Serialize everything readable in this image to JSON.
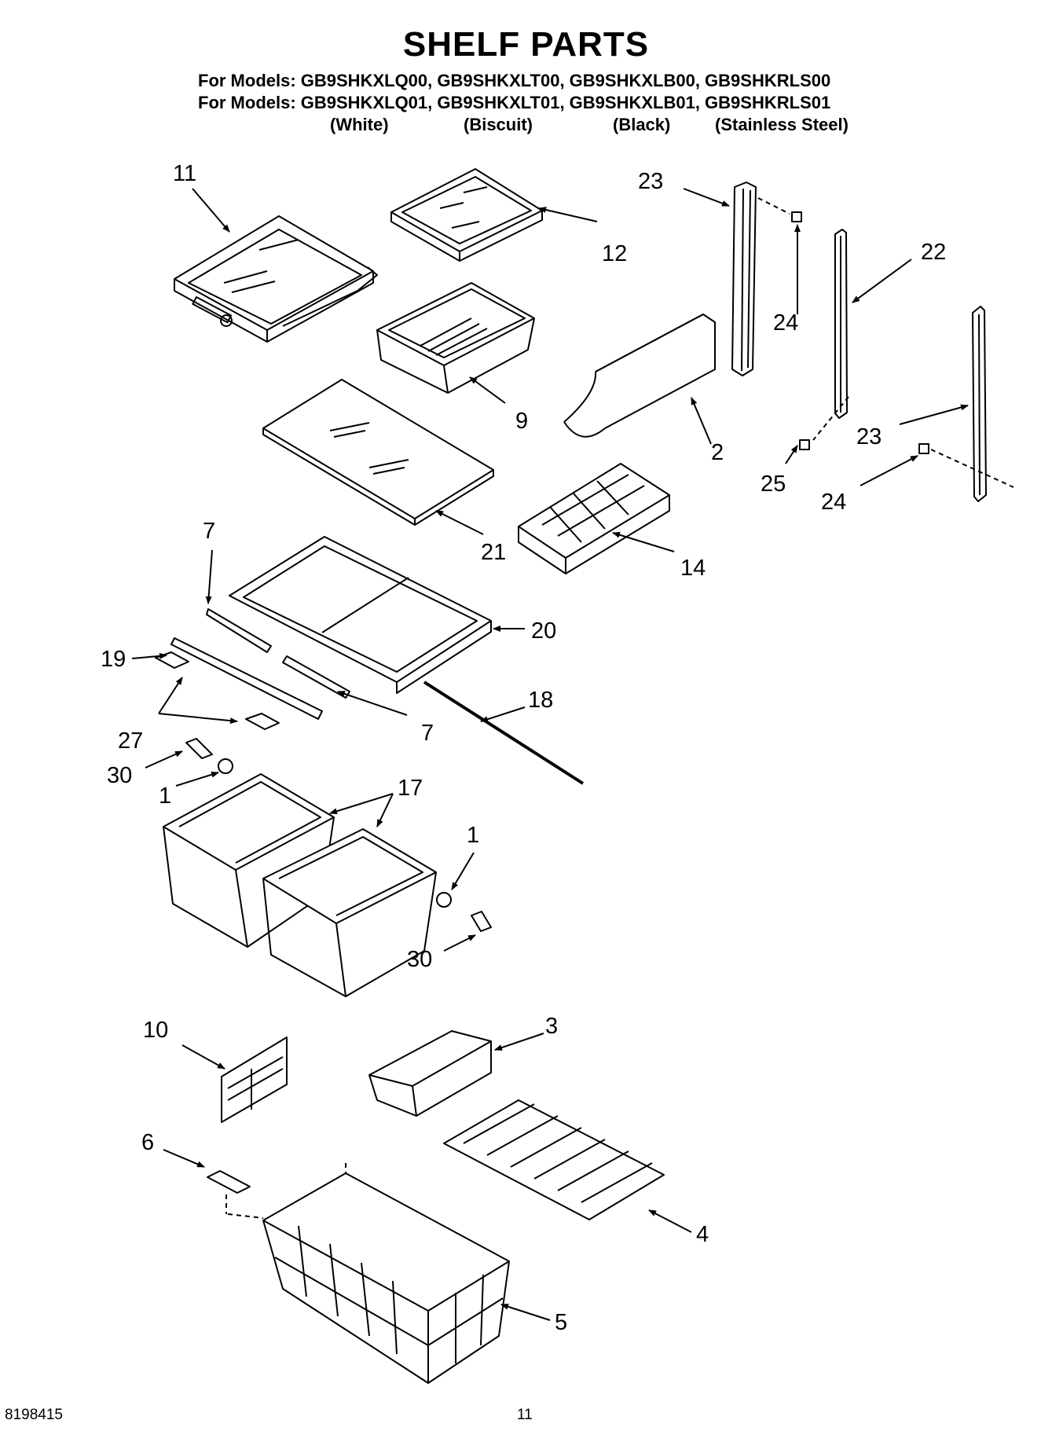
{
  "header": {
    "title": "SHELF PARTS",
    "models_line_1": "For Models: GB9SHKXLQ00, GB9SHKXLT00, GB9SHKXLB00, GB9SHKRLS00",
    "models_line_2": "For Models: GB9SHKXLQ01, GB9SHKXLT01, GB9SHKXLB01, GB9SHKRLS01",
    "colors": [
      "(White)",
      "(Biscuit)",
      "(Black)",
      "(Stainless Steel)"
    ]
  },
  "callouts": [
    "11",
    "12",
    "23",
    "24",
    "22",
    "9",
    "2",
    "23",
    "25",
    "24",
    "21",
    "14",
    "7",
    "20",
    "19",
    "7",
    "18",
    "27",
    "30",
    "1",
    "17",
    "1",
    "30",
    "10",
    "3",
    "6",
    "4",
    "5"
  ],
  "footer": {
    "doc_number": "8198415",
    "page_number": "11"
  }
}
